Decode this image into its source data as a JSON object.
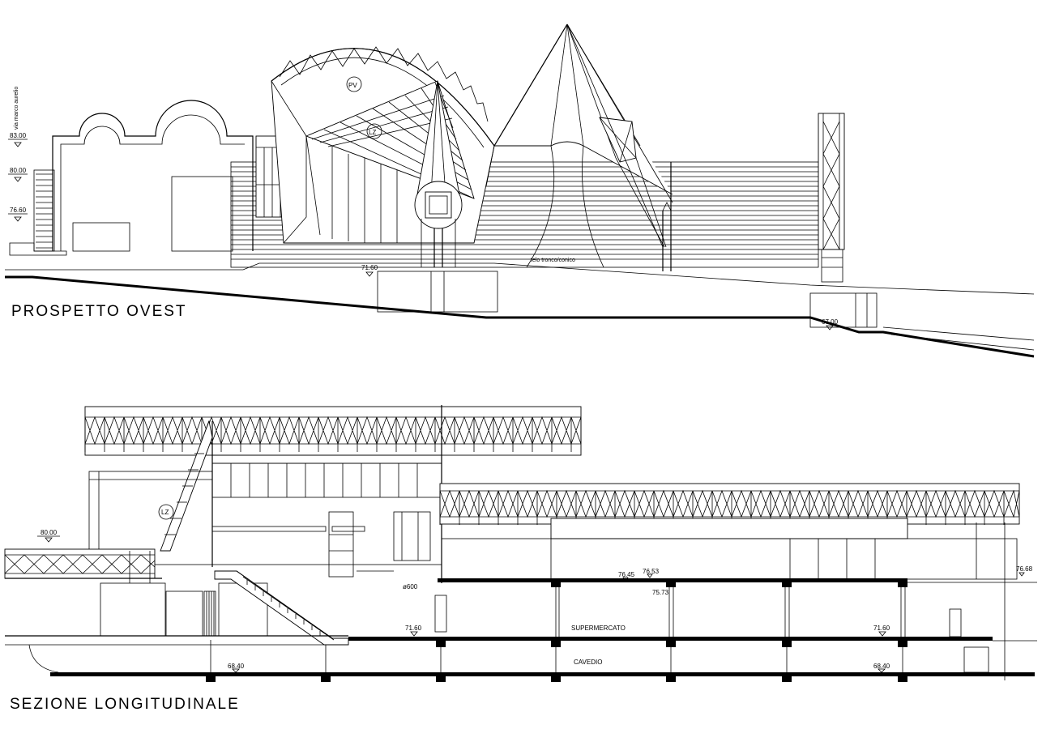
{
  "drawing": {
    "elevation": {
      "title": "PROSPETTO OVEST",
      "street_label": "via marco aurelio",
      "membrane_label": "telo tronco/conico",
      "tags": {
        "pv": "PV",
        "lz": "LZ"
      },
      "levels": {
        "l83": "83.00",
        "l80": "80.00",
        "l76": "76.60",
        "l71": "71.60",
        "l67": "67.00"
      }
    },
    "section": {
      "title": "SEZIONE LONGITUDINALE",
      "supermarket_label": "SUPERMERCATO",
      "shaft_label": "CAVEDIO",
      "diameter_label": "ø600",
      "tags": {
        "lz": "LZ"
      },
      "levels": {
        "l80": "80.00",
        "l7645": "76.45",
        "l7653": "76.53",
        "l7573": "75.73",
        "l7668": "76.68",
        "l7160a": "71.60",
        "l7160b": "71.60",
        "l6840a": "68.40",
        "l6840b": "68.40"
      }
    }
  }
}
